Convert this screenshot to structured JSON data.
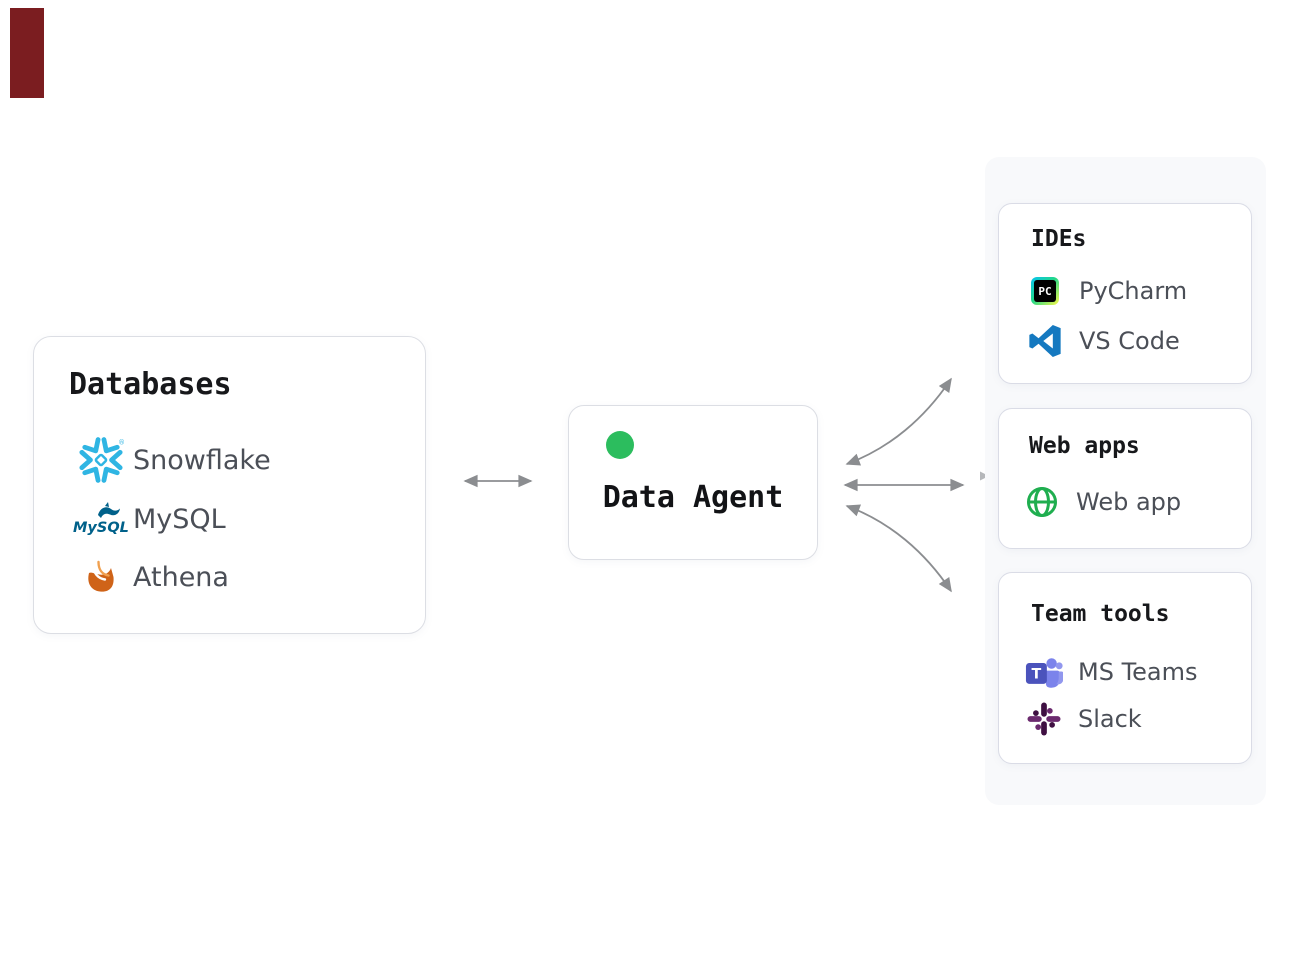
{
  "diagram": {
    "agent": {
      "label": "Data Agent",
      "status_color": "#2cbd5e"
    },
    "databases": {
      "title": "Databases",
      "items": [
        {
          "label": "Snowflake",
          "icon": "snowflake-icon"
        },
        {
          "label": "MySQL",
          "icon": "mysql-icon"
        },
        {
          "label": "Athena",
          "icon": "athena-icon"
        }
      ]
    },
    "ides": {
      "title": "IDEs",
      "items": [
        {
          "label": "PyCharm",
          "icon": "pycharm-icon"
        },
        {
          "label": "VS Code",
          "icon": "vscode-icon"
        }
      ]
    },
    "webapps": {
      "title": "Web apps",
      "items": [
        {
          "label": "Web app",
          "icon": "globe-icon"
        }
      ]
    },
    "teamtools": {
      "title": "Team tools",
      "items": [
        {
          "label": "MS Teams",
          "icon": "teams-icon"
        },
        {
          "label": "Slack",
          "icon": "slack-icon"
        }
      ]
    },
    "monograms": {
      "pycharm": "PC",
      "teams": "T",
      "mysql_wordmark": "MySQL",
      "registered": "®"
    },
    "colors": {
      "accent_green": "#2cbd5e",
      "arrow_gray": "#8b8d90",
      "snowflake_blue": "#2fb5e3",
      "mysql_blue": "#00618a",
      "athena_orange": "#cf6318",
      "vscode_blue": "#1579c0",
      "globe_green": "#1fae4f",
      "teams_purple": "#4b53bc",
      "slack_plum": "#4a154b",
      "red_marker": "#7b1d20"
    }
  }
}
